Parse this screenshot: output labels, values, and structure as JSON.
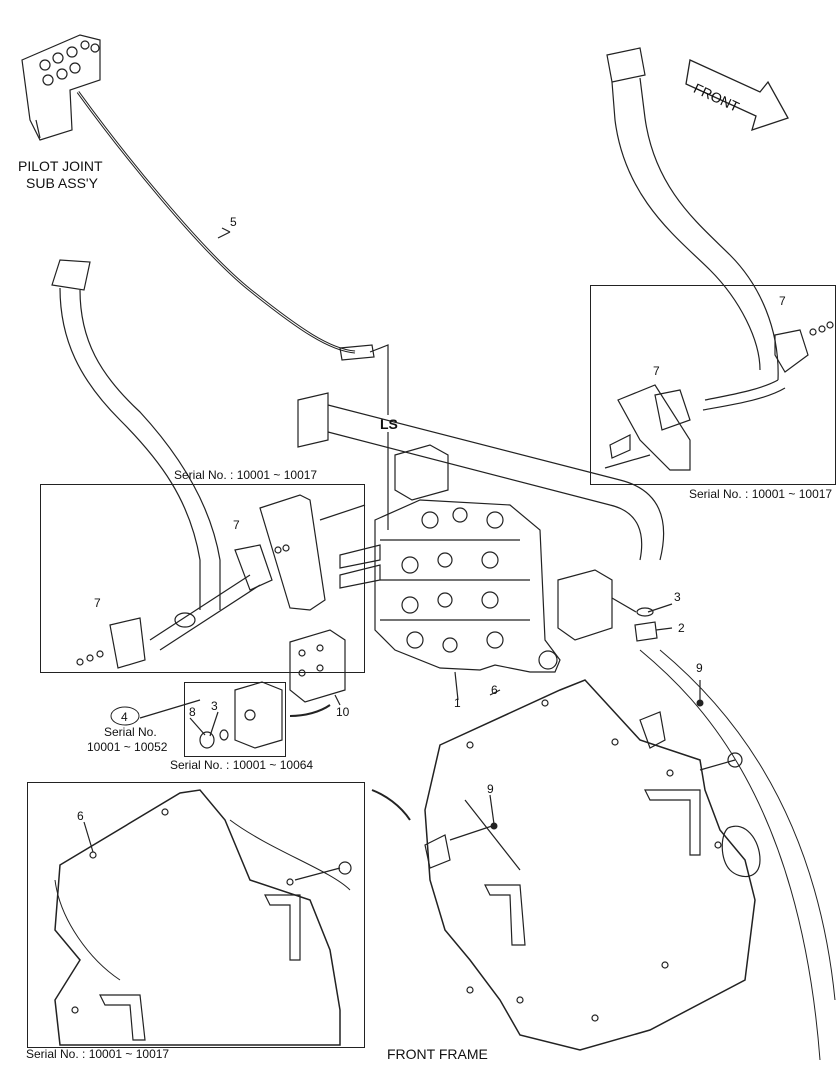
{
  "title_pilot": {
    "line1": "PILOT JOINT",
    "line2": "SUB ASS'Y"
  },
  "front_arrow": "FRONT",
  "ls": "LS",
  "front_frame": "FRONT FRAME",
  "serial": {
    "left_inset": "Serial No. : 10001 ~ 10017",
    "right_inset": "Serial No. : 10001 ~ 10017",
    "small_inset": "Serial No. : 10001 ~ 10064",
    "bottom_inset": "Serial No. : 10001 ~ 10017",
    "callout4_a": "Serial No.",
    "callout4_b": "10001 ~ 10052"
  },
  "numbers": {
    "n1": "1",
    "n2": "2",
    "n3a": "3",
    "n3b": "3",
    "n4": "4",
    "n5": "5",
    "n6a": "6",
    "n6b": "6",
    "n7a": "7",
    "n7b": "7",
    "n7c": "7",
    "n7d": "7",
    "n8": "8",
    "n9a": "9",
    "n9b": "9",
    "n10": "10"
  }
}
